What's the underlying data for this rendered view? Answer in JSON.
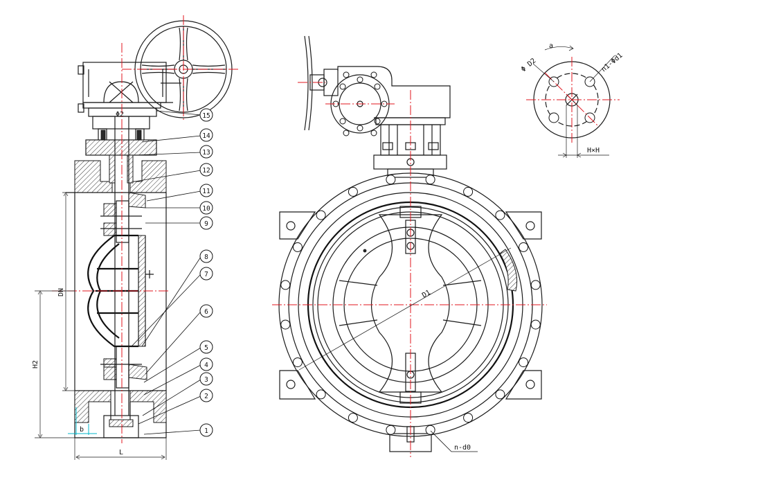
{
  "balloons": [
    "1",
    "2",
    "3",
    "4",
    "5",
    "6",
    "7",
    "8",
    "9",
    "10",
    "11",
    "12",
    "13",
    "14",
    "15"
  ],
  "dimensions": {
    "phi2": "Φ2",
    "dn": "DN",
    "h2": "H2",
    "b": "b",
    "l": "L",
    "d1": "D1",
    "n_d0": "n-d0",
    "a": "a",
    "phi_d2": "Φ D2",
    "n1_phid1": "n1-Φd1",
    "hxh": "H×H"
  },
  "colors": {
    "centerline": "#e0141e",
    "outline": "#1a1a1a",
    "dimension_highlight": "#00b6c8"
  }
}
